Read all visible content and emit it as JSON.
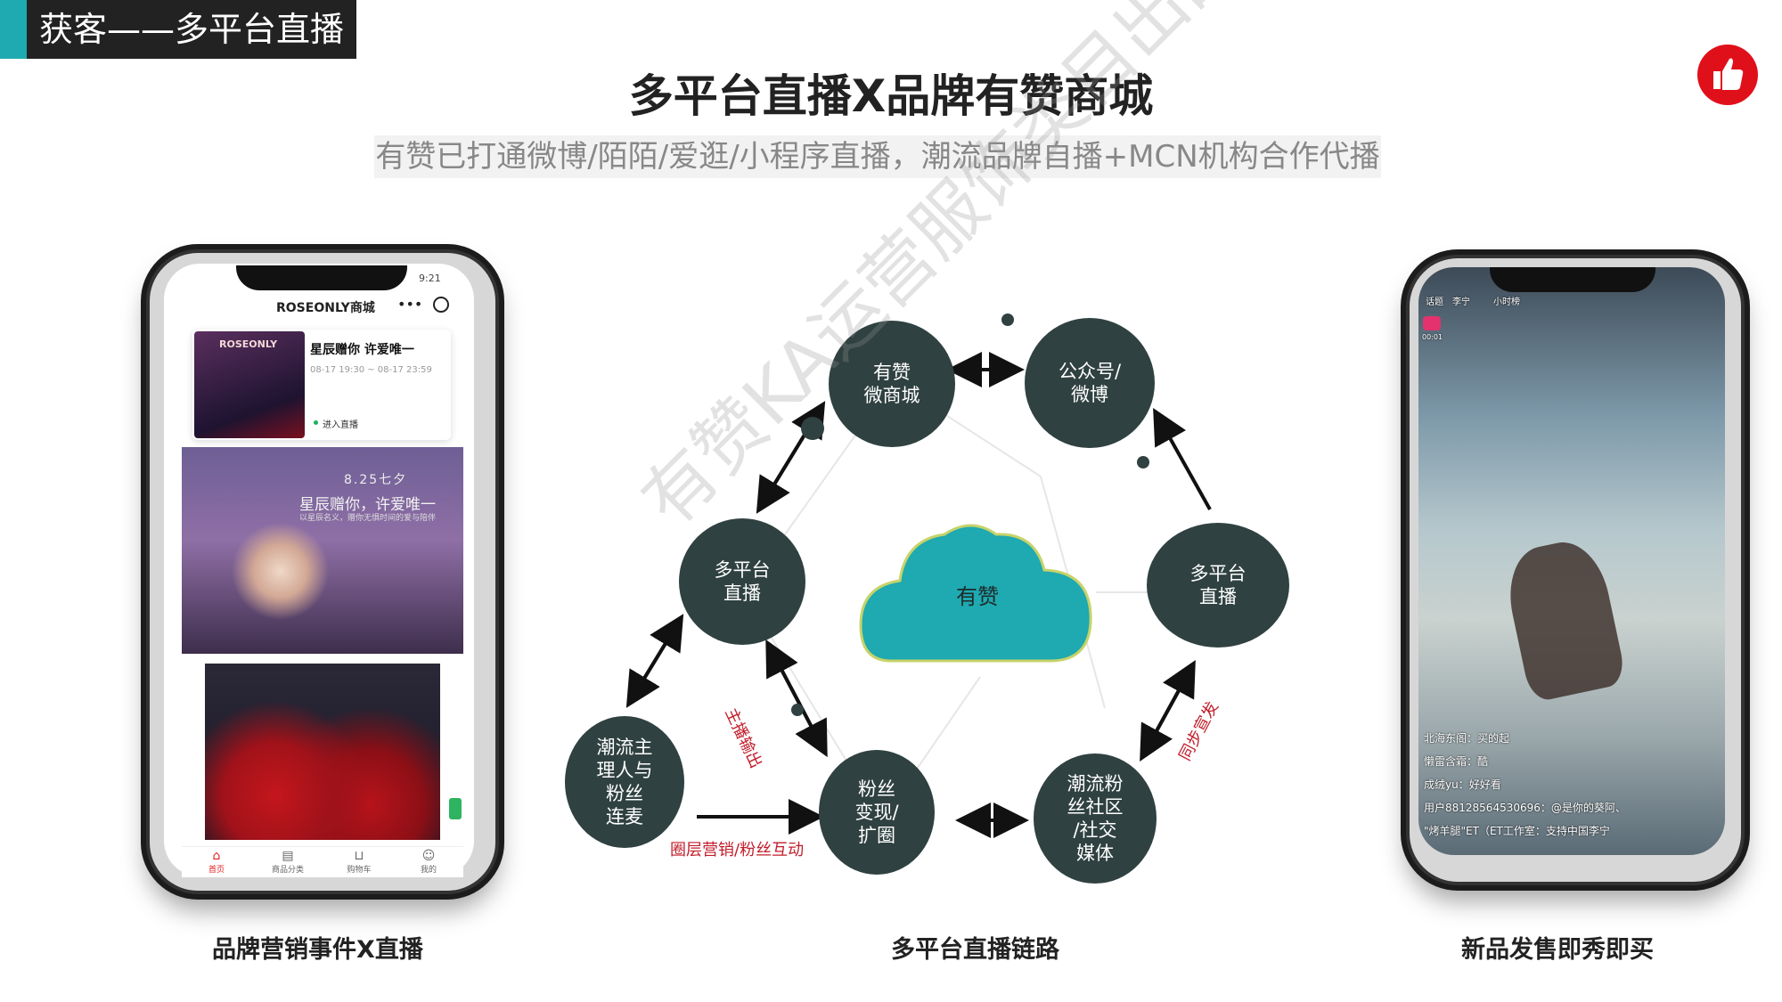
{
  "header": {
    "tag": "获客——多平台直播"
  },
  "title": "多平台直播X品牌有赞商城",
  "subtitle": "有赞已打通微博/陌陌/爱逛/小程序直播，潮流品牌自播+MCN机构合作代播",
  "like_icon": "thumbs-up-icon",
  "left_phone": {
    "status_time": "9:21",
    "mall_name": "ROSEONLY商城",
    "card": {
      "brand": "ROSEONLY",
      "title": "星辰赠你 许爱唯一",
      "date": "08-17 19:30 ~ 08-17 23:59",
      "live_btn": "进入直播"
    },
    "banner": {
      "line1": "8.25七夕",
      "line2": "星辰赠你，许爱唯一",
      "line3": "以星辰名义，赠你无惧时间的爱与陪伴"
    },
    "tabs": [
      "首页",
      "商品分类",
      "购物车",
      "我的"
    ]
  },
  "diagram": {
    "center": "有赞",
    "nodes": {
      "youzan_mall": "有赞\n微商城",
      "official_weibo": "公众号/\n微博",
      "live_left": "多平台\n直播",
      "live_right": "多平台\n直播",
      "influencer": "潮流主\n理人与\n粉丝\n连麦",
      "fans": "粉丝\n变现/\n扩圈",
      "community": "潮流粉\n丝社区\n/社交\n媒体"
    },
    "labels": {
      "anchor_output": "主播输出",
      "sync": "同步宣发",
      "circle_marketing": "圈层营销/粉丝互动"
    }
  },
  "right_phone": {
    "top_tags": [
      "话题",
      "李宁",
      "小时榜"
    ],
    "badge_time": "00:01",
    "comments": [
      "北海东阁：买的起",
      "懒雷含霜：酷",
      "成绒yu：好好看",
      "用户88128564530696：@是你的葵阿、",
      "\"烤羊腿\"ET（ET工作室：支持中国李宁"
    ]
  },
  "captions": {
    "left": "品牌营销事件X直播",
    "center": "多平台直播链路",
    "right": "新品发售即秀即买"
  },
  "watermark": "有赞KA运营服饰类目出品",
  "colors": {
    "accent": "#1fa9b0",
    "node": "#2f4140",
    "cloud": "#1fa9b0",
    "red": "#c21d2a"
  }
}
